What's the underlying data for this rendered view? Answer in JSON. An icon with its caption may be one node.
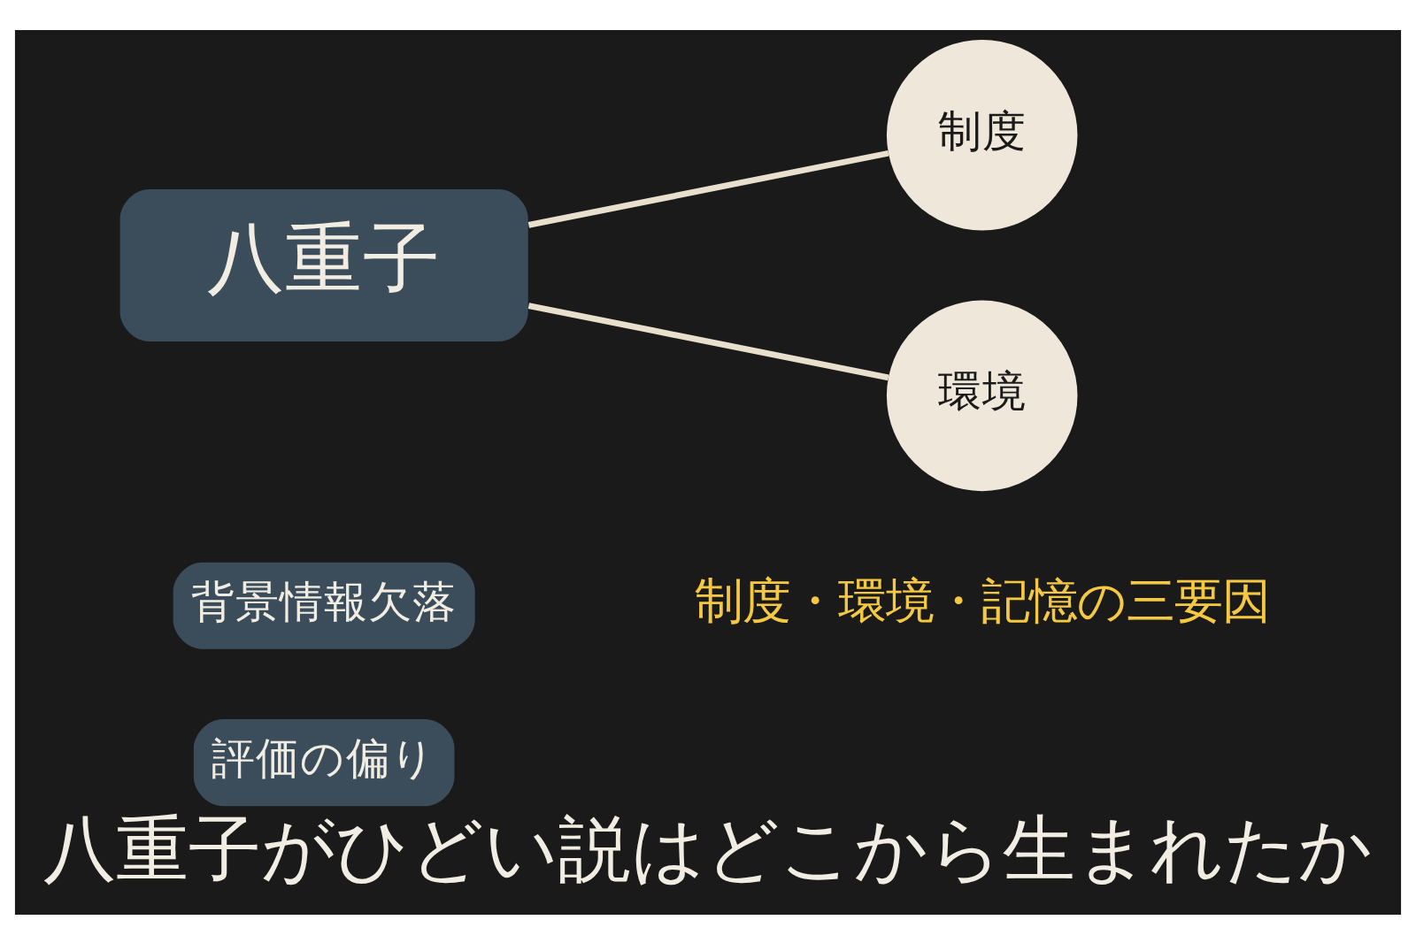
{
  "diagram": {
    "title": "八重子がひどい説はどこから生まれたか",
    "nodes": [
      {
        "text": [
          "評価の偏り"
        ]
      },
      {
        "text": [
          "背景情報欠落"
        ]
      },
      {
        "text": [
          "八重子"
        ]
      },
      {
        "text": [
          "制度"
        ]
      },
      {
        "text": [
          "環境"
        ]
      }
    ],
    "edges": [
      {
        "from": 2,
        "to": 3,
        "arrow": "none"
      },
      {
        "from": 2,
        "to": 4,
        "arrow": "none"
      }
    ],
    "labels": [
      "制度・環境・記憶の三要因"
    ]
  }
}
